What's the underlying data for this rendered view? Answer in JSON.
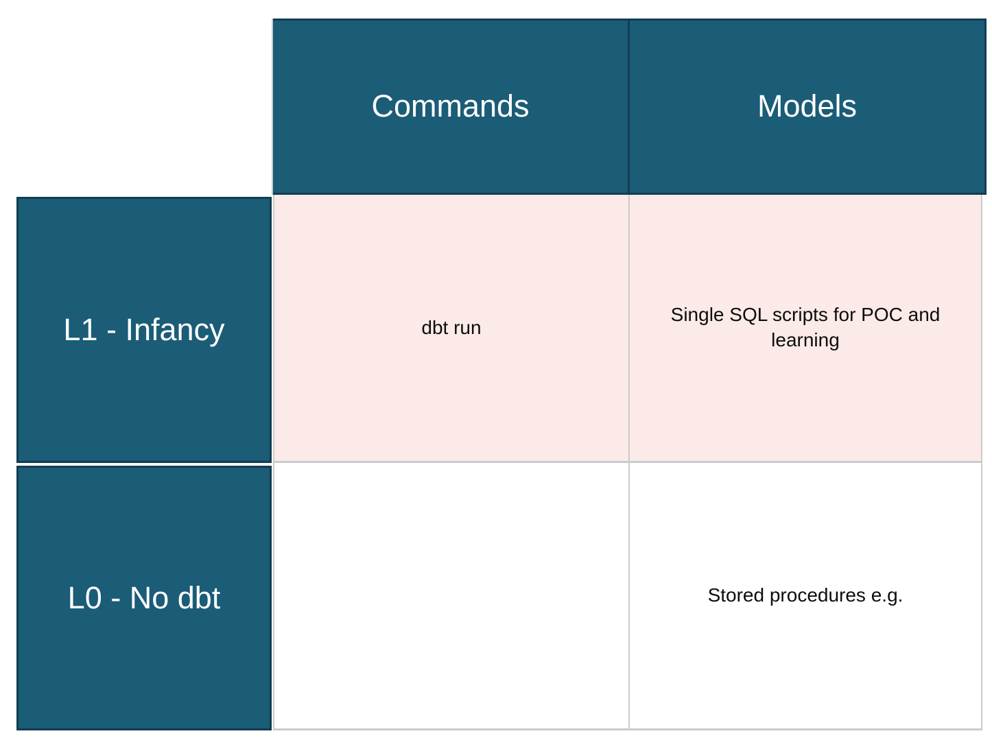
{
  "theme": {
    "header_fill": "#1b5c77",
    "header_border": "#123d50",
    "header_text": "#ffffff",
    "row_fill_highlight": "#fbeae7",
    "row_fill_plain": "#ffffff",
    "grid_line": "#c9cccd",
    "body_text": "#0d0d0d"
  },
  "matrix": {
    "corner_label": "",
    "column_headers": [
      {
        "id": "commands",
        "label": "Commands"
      },
      {
        "id": "models",
        "label": "Models"
      }
    ],
    "rows": [
      {
        "id": "l1-infancy",
        "header": "L1 - Infancy",
        "tone": "pink",
        "cells": [
          {
            "column": "commands",
            "text": "dbt run"
          },
          {
            "column": "models",
            "text": "Single SQL scripts for POC and learning"
          }
        ]
      },
      {
        "id": "l0-no-dbt",
        "header": "L0 - No dbt",
        "tone": "white",
        "cells": [
          {
            "column": "commands",
            "text": ""
          },
          {
            "column": "models",
            "text": "Stored procedures e.g."
          }
        ]
      }
    ]
  }
}
